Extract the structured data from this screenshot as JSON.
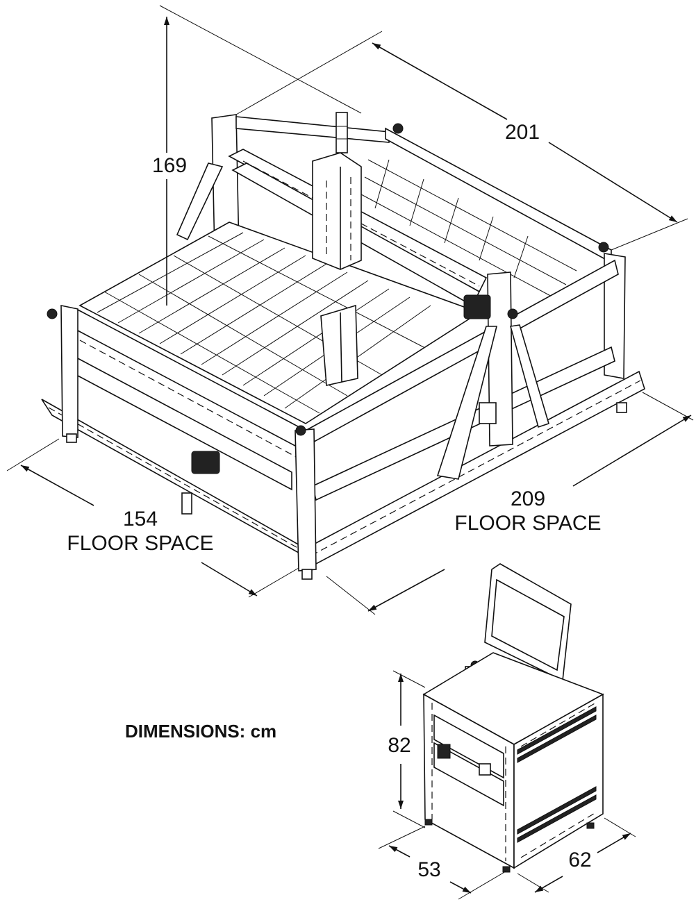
{
  "units_title": "DIMENSIONS: cm",
  "machine": {
    "height": "169",
    "depth": "201",
    "floor_width_value": "154",
    "floor_width_label": "FLOOR SPACE",
    "floor_length_value": "209",
    "floor_length_label": "FLOOR SPACE"
  },
  "cabinet": {
    "height": "82",
    "depth": "53",
    "width": "62"
  }
}
